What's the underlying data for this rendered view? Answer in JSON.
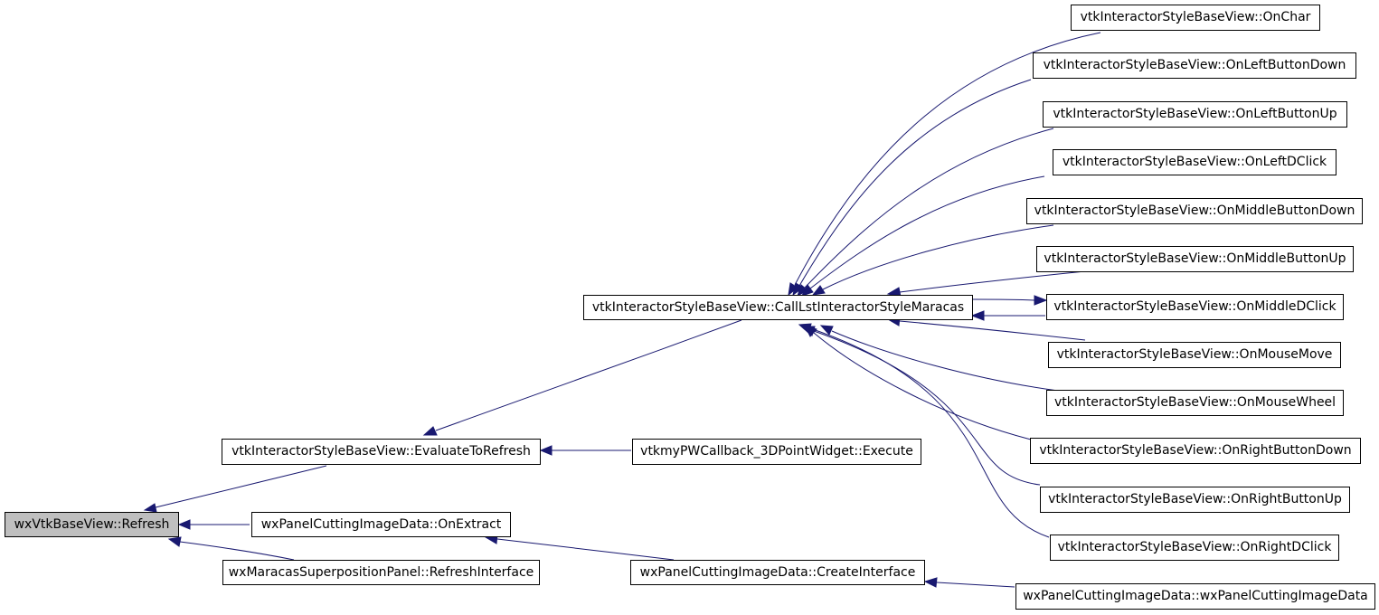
{
  "colors": {
    "edge": "#191970",
    "root_fill": "#bfbfbf",
    "node_fill": "#ffffff",
    "node_stroke": "#000000"
  },
  "nodes": [
    {
      "id": "refresh",
      "label": "wxVtkBaseView::Refresh",
      "root": true
    },
    {
      "id": "evaluate",
      "label": "vtkInteractorStyleBaseView::EvaluateToRefresh"
    },
    {
      "id": "onextract",
      "label": "wxPanelCuttingImageData::OnExtract"
    },
    {
      "id": "refreshinterface",
      "label": "wxMaracasSuperpositionPanel::RefreshInterface"
    },
    {
      "id": "calllst",
      "label": "vtkInteractorStyleBaseView::CallLstInteractorStyleMaracas"
    },
    {
      "id": "execute",
      "label": "vtkmyPWCallback_3DPointWidget::Execute"
    },
    {
      "id": "createinterface",
      "label": "wxPanelCuttingImageData::CreateInterface"
    },
    {
      "id": "ctor",
      "label": "wxPanelCuttingImageData::wxPanelCuttingImageData"
    },
    {
      "id": "onchar",
      "label": "vtkInteractorStyleBaseView::OnChar"
    },
    {
      "id": "onleftdown",
      "label": "vtkInteractorStyleBaseView::OnLeftButtonDown"
    },
    {
      "id": "onleftup",
      "label": "vtkInteractorStyleBaseView::OnLeftButtonUp"
    },
    {
      "id": "onleftdclick",
      "label": "vtkInteractorStyleBaseView::OnLeftDClick"
    },
    {
      "id": "onmiddledown",
      "label": "vtkInteractorStyleBaseView::OnMiddleButtonDown"
    },
    {
      "id": "onmiddleup",
      "label": "vtkInteractorStyleBaseView::OnMiddleButtonUp"
    },
    {
      "id": "onmiddledclick",
      "label": "vtkInteractorStyleBaseView::OnMiddleDClick"
    },
    {
      "id": "onmousemove",
      "label": "vtkInteractorStyleBaseView::OnMouseMove"
    },
    {
      "id": "onmousewheel",
      "label": "vtkInteractorStyleBaseView::OnMouseWheel"
    },
    {
      "id": "onrightdown",
      "label": "vtkInteractorStyleBaseView::OnRightButtonDown"
    },
    {
      "id": "onrightup",
      "label": "vtkInteractorStyleBaseView::OnRightButtonUp"
    },
    {
      "id": "onrightdclick",
      "label": "vtkInteractorStyleBaseView::OnRightDClick"
    }
  ],
  "edges": [
    {
      "from": "evaluate",
      "to": "refresh"
    },
    {
      "from": "onextract",
      "to": "refresh"
    },
    {
      "from": "refreshinterface",
      "to": "refresh"
    },
    {
      "from": "calllst",
      "to": "evaluate"
    },
    {
      "from": "execute",
      "to": "evaluate"
    },
    {
      "from": "createinterface",
      "to": "onextract"
    },
    {
      "from": "ctor",
      "to": "createinterface"
    },
    {
      "from": "onchar",
      "to": "calllst"
    },
    {
      "from": "onleftdown",
      "to": "calllst"
    },
    {
      "from": "onleftup",
      "to": "calllst"
    },
    {
      "from": "onleftdclick",
      "to": "calllst"
    },
    {
      "from": "onmiddledown",
      "to": "calllst"
    },
    {
      "from": "onmiddleup",
      "to": "calllst"
    },
    {
      "from": "onmiddledclick",
      "to": "calllst"
    },
    {
      "from": "calllst",
      "to": "onmiddledclick"
    },
    {
      "from": "onmousemove",
      "to": "calllst"
    },
    {
      "from": "onmousewheel",
      "to": "calllst"
    },
    {
      "from": "onrightdown",
      "to": "calllst"
    },
    {
      "from": "onrightup",
      "to": "calllst"
    },
    {
      "from": "onrightdclick",
      "to": "calllst"
    }
  ]
}
